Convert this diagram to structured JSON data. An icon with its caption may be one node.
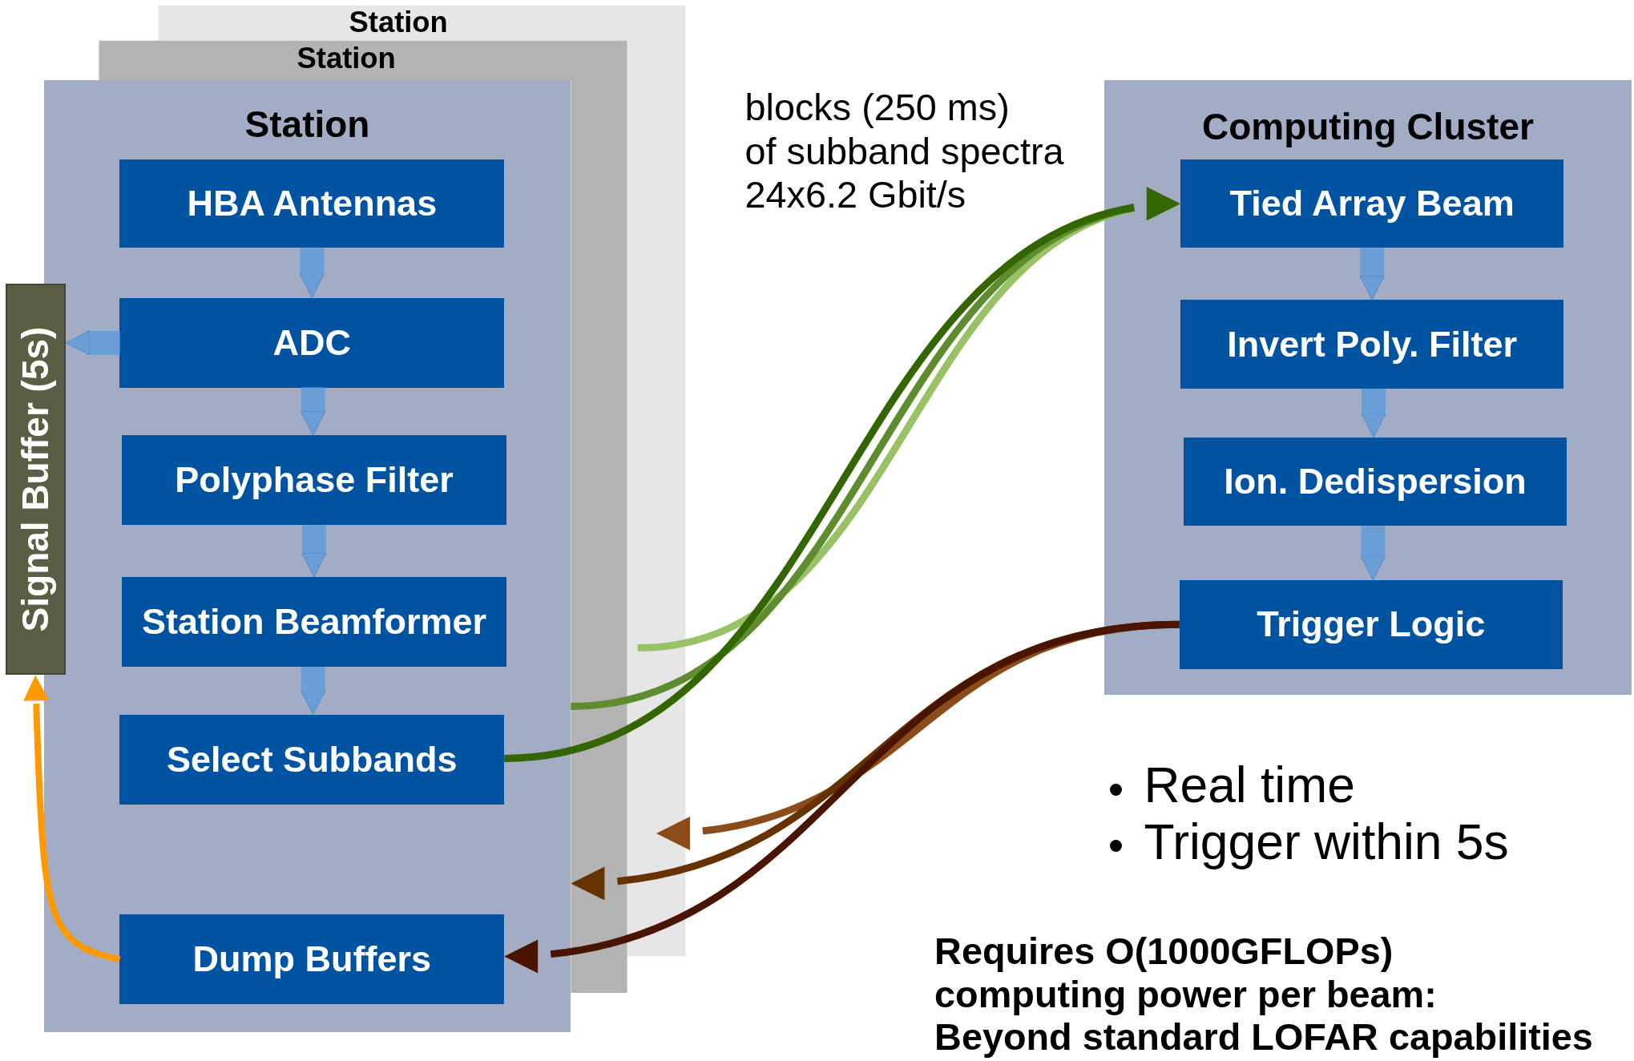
{
  "diagram": {
    "nodes": [
      {
        "text": [
          "Station"
        ]
      },
      {
        "text": [
          "HBA Antennas"
        ],
        "in": 0
      },
      {
        "text": [
          "ADC"
        ],
        "in": 0
      },
      {
        "text": [
          "Polyphase Filter"
        ],
        "in": 0
      },
      {
        "text": [
          "Station Beamformer"
        ],
        "in": 0
      },
      {
        "text": [
          "Select Subbands"
        ],
        "in": 0
      },
      {
        "text": [
          "Dump Buffers"
        ],
        "in": 0
      },
      {
        "text": [
          "Signal Buffer (5s)"
        ]
      },
      {
        "text": [
          "Computing Cluster"
        ]
      },
      {
        "text": [
          "Tied Array Beam"
        ],
        "in": 8
      },
      {
        "text": [
          "Invert Poly. Filter"
        ],
        "in": 8
      },
      {
        "text": [
          "Ion. Dedispersion"
        ],
        "in": 8
      },
      {
        "text": [
          "Trigger Logic"
        ],
        "in": 8
      }
    ],
    "edges": [
      {
        "from": 1,
        "to": 2,
        "arrow": "to"
      },
      {
        "from": 2,
        "to": 3,
        "arrow": "to"
      },
      {
        "from": 3,
        "to": 4,
        "arrow": "to"
      },
      {
        "from": 4,
        "to": 5,
        "arrow": "to"
      },
      {
        "from": 2,
        "to": 7,
        "arrow": "to"
      },
      {
        "from": 6,
        "to": 7,
        "arrow": "to",
        "color": "#ff9900"
      },
      {
        "from": null,
        "to": 9,
        "arrow": "to",
        "color": "#99c266"
      },
      {
        "from": 0,
        "to": 9,
        "arrow": "to",
        "color": "#5e8c2e"
      },
      {
        "from": 5,
        "to": 9,
        "arrow": "to",
        "color": "#336600"
      },
      {
        "from": 9,
        "to": 10,
        "arrow": "to"
      },
      {
        "from": 10,
        "to": 11,
        "arrow": "to"
      },
      {
        "from": 11,
        "to": 12,
        "arrow": "to"
      },
      {
        "from": 12,
        "to": null,
        "arrow": "to",
        "color": "#8b4c1a"
      },
      {
        "from": 12,
        "to": 0,
        "arrow": "to",
        "color": "#663300"
      },
      {
        "from": 12,
        "to": 6,
        "arrow": "to",
        "color": "#4a1500"
      }
    ],
    "labels": [
      "Station",
      "Station",
      "blocks (250 ms)",
      "of subband spectra",
      "24x6.2 Gbit/s",
      "Real time",
      "Trigger within 5s",
      "Requires O(1000GFLOPs)",
      "computing power per beam:",
      "Beyond standard LOFAR capabilities"
    ]
  }
}
